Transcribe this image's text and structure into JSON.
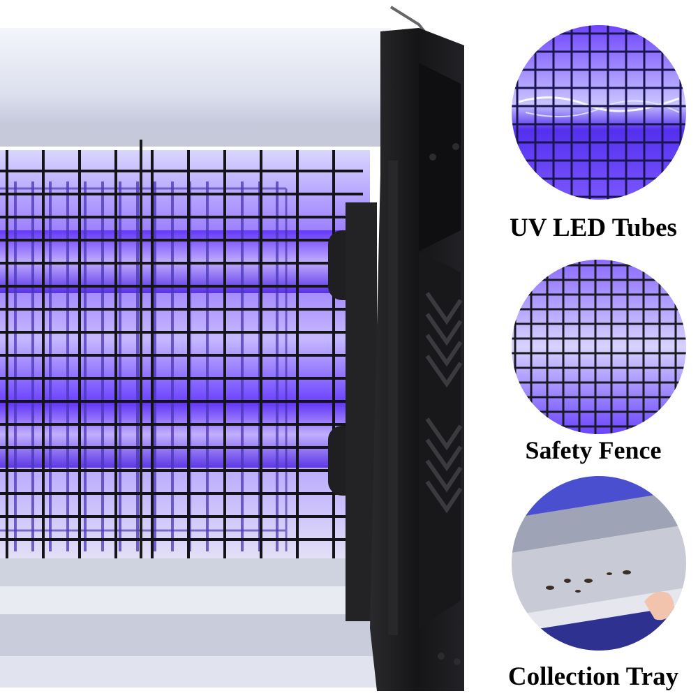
{
  "features": [
    {
      "label": "UV LED Tubes",
      "icon": "uv-tube-grid-icon"
    },
    {
      "label": "Safety Fence",
      "icon": "safety-fence-grid-icon"
    },
    {
      "label": "Collection Tray",
      "icon": "collection-tray-icon"
    }
  ],
  "colors": {
    "uv_glow": "#7b55ff",
    "uv_deep": "#3d1fd1",
    "housing": "#1b1b1d",
    "frame": "#dfe3f0",
    "grid": "#141418"
  }
}
